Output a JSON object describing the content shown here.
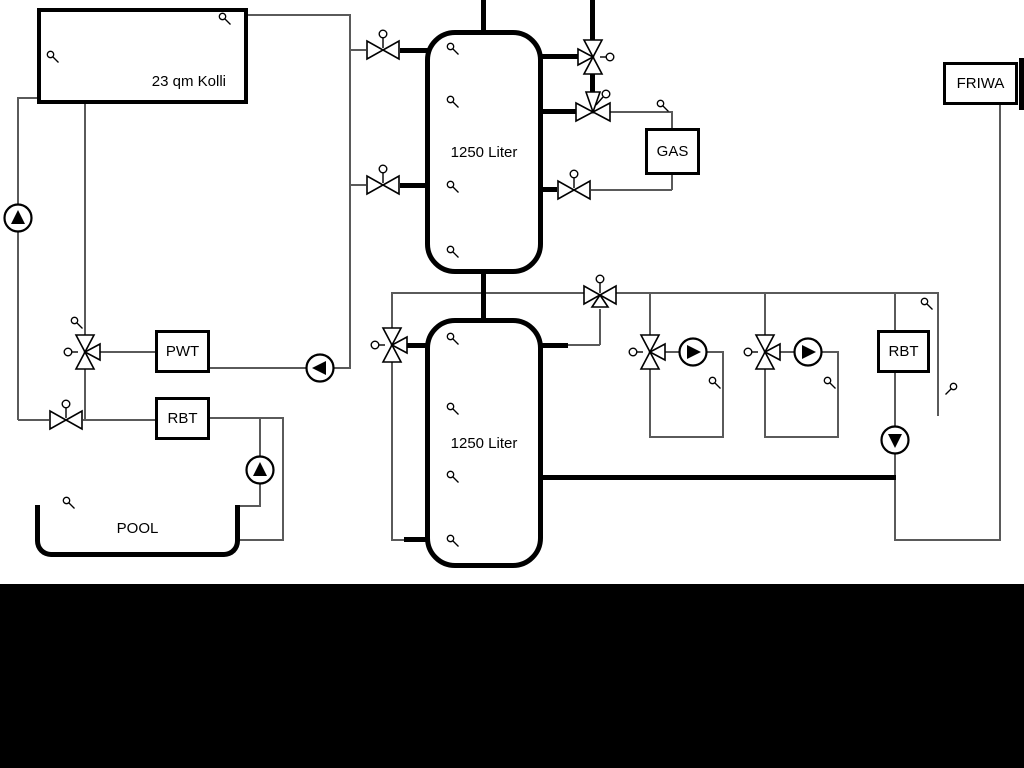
{
  "labels": {
    "collector": "23 qm Kolli",
    "tank_top": "1250 Liter",
    "tank_bottom": "1250 Liter",
    "gas": "GAS",
    "friwa": "FRIWA",
    "pwt": "PWT",
    "rbt_left": "RBT",
    "rbt_right": "RBT",
    "pool": "POOL"
  },
  "colors": {
    "thin_line": "#5a5a5a",
    "thick_pipe": "#000000",
    "background": "#ffffff",
    "mask": "#000000"
  },
  "icons": {
    "pump": "circle-with-solid-triangle",
    "valve": "bowtie-triangles-with-actuator-circle",
    "sensor": "small-circle-with-stem"
  }
}
